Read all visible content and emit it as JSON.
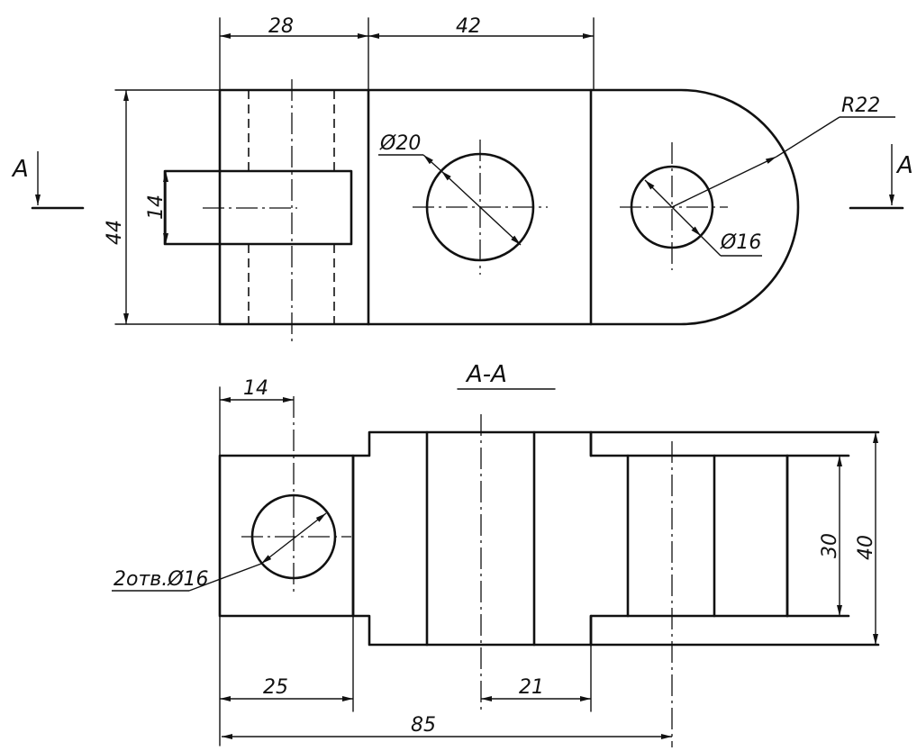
{
  "labels": {
    "section_title": "A-A",
    "cut_left": "A",
    "cut_right": "A"
  },
  "dims": {
    "d28": "28",
    "d42": "42",
    "d44": "44",
    "d14_slot": "14",
    "d20": "Ø20",
    "d16": "Ø16",
    "r22": "R22",
    "d14_sec": "14",
    "d2holes": "2отв.Ø16",
    "d30": "30",
    "d40": "40",
    "d25": "25",
    "d21": "21",
    "d85": "85"
  }
}
